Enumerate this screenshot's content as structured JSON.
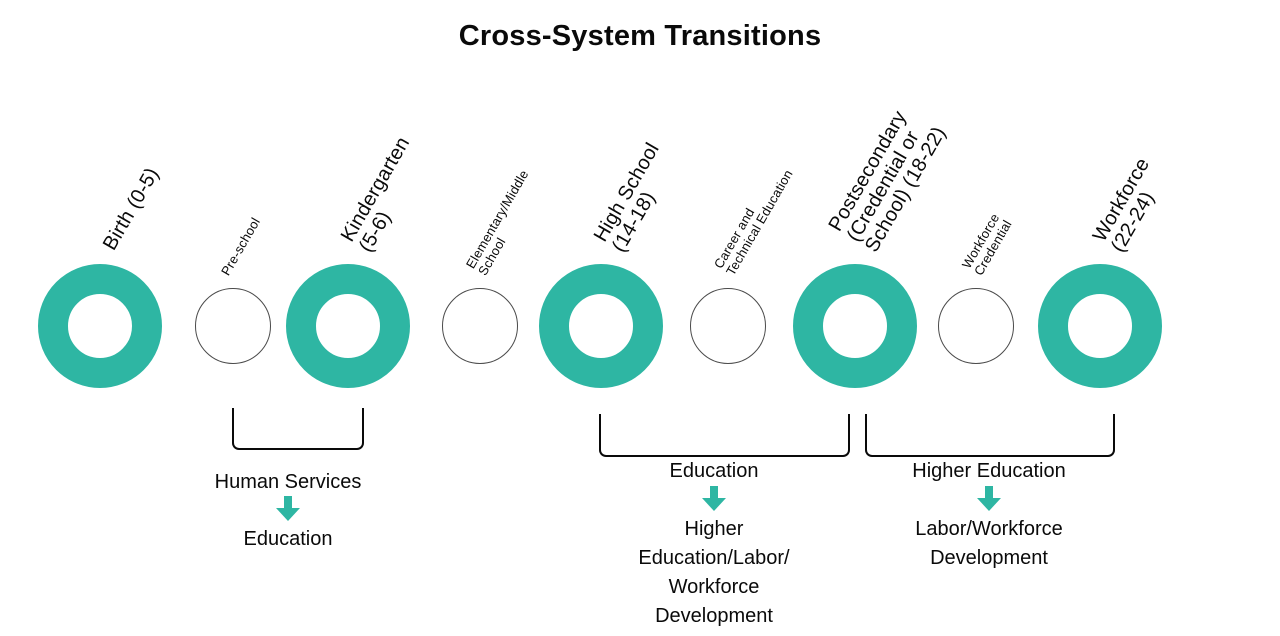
{
  "title": "Cross-System Transitions",
  "colors": {
    "accent": "#2EB6A3",
    "minor_circle_border": "#4a4a4a",
    "text": "#0a0a0a"
  },
  "nodes": [
    {
      "type": "major",
      "label": "Birth (0-5)"
    },
    {
      "type": "minor",
      "label": "Pre-school"
    },
    {
      "type": "major",
      "label": "Kindergarten\n(5-6)"
    },
    {
      "type": "minor",
      "label": "Elementary/Middle\nSchool"
    },
    {
      "type": "major",
      "label": "High School\n(14-18)"
    },
    {
      "type": "minor",
      "label": "Career and\nTechnical Education"
    },
    {
      "type": "major",
      "label": "Postsecondary\n(Credential or\nSchool) (18-22)"
    },
    {
      "type": "minor",
      "label": "Workforce\nCredential"
    },
    {
      "type": "major",
      "label": "Workforce\n(22-24)"
    }
  ],
  "transitions": [
    {
      "from": "Human Services",
      "to": "Education"
    },
    {
      "from": "Education",
      "to": "Higher\nEducation/Labor/\nWorkforce\nDevelopment"
    },
    {
      "from": "Higher Education",
      "to": "Labor/Workforce\nDevelopment"
    }
  ]
}
